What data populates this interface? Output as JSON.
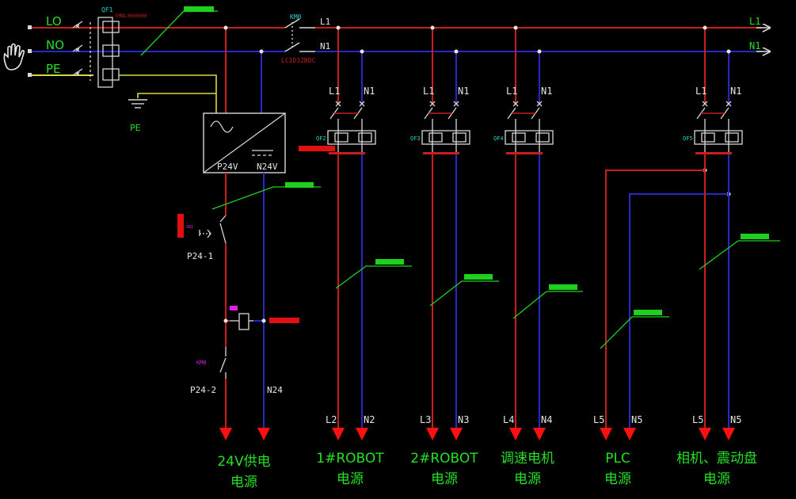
{
  "colors": {
    "background": "#000000",
    "phase": "#c81e1e",
    "neutral": "#2828c8",
    "earth": "#d8d83a",
    "equipment": "#d8d8d8",
    "leader": "#1fd11f",
    "label_green": "#25e025",
    "label_white": "#e6e6e6",
    "tag_cyan": "#2ad0d0",
    "tag_magenta": "#e01fe0",
    "marker_red": "#e01010",
    "arrow_red": "#ff1010"
  },
  "incoming": {
    "l0": "LO",
    "n0": "NO",
    "pe": "PE"
  },
  "main_breaker": {
    "tag": "QF1",
    "subtitle": "EMBL0000000"
  },
  "hand_icon": "hand-icon",
  "earth": {
    "label": "PE"
  },
  "contactor": {
    "tag": "KM0",
    "subtitle": "LC1D32BDC",
    "out_l": "L1",
    "out_n": "N1"
  },
  "busbar": {
    "l1": "L1",
    "n1": "N1"
  },
  "power_supply": {
    "p_label": "P24V",
    "n_label": "N24V"
  },
  "control": {
    "switch_tag": "SB1",
    "switch_label": "P24-1",
    "aux_tag": "KM0",
    "aux_label": "P24-2",
    "n24_label": "N24"
  },
  "branches": [
    {
      "id": "qf2",
      "tag": "QF2",
      "in_l": "L1",
      "in_n": "N1",
      "out_l": "L2",
      "out_n": "N2",
      "caption": [
        "1#ROBOT",
        "电源"
      ]
    },
    {
      "id": "qf3",
      "tag": "QF3",
      "in_l": "L1",
      "in_n": "N1",
      "out_l": "L3",
      "out_n": "N3",
      "caption": [
        "2#ROBOT",
        "电源"
      ]
    },
    {
      "id": "qf4",
      "tag": "QF4",
      "in_l": "L1",
      "in_n": "N1",
      "out_l": "L4",
      "out_n": "N4",
      "caption": [
        "调速电机",
        "电源"
      ]
    },
    {
      "id": "plc",
      "out_l": "L5",
      "out_n": "N5",
      "caption": [
        "PLC",
        "电源"
      ]
    },
    {
      "id": "qf5",
      "tag": "QF5",
      "in_l": "L1",
      "in_n": "N1",
      "out_l": "L5",
      "out_n": "N5",
      "caption": [
        "相机、震动盘",
        "电源"
      ]
    }
  ],
  "dc_caption": [
    "24V供电",
    "电源"
  ]
}
